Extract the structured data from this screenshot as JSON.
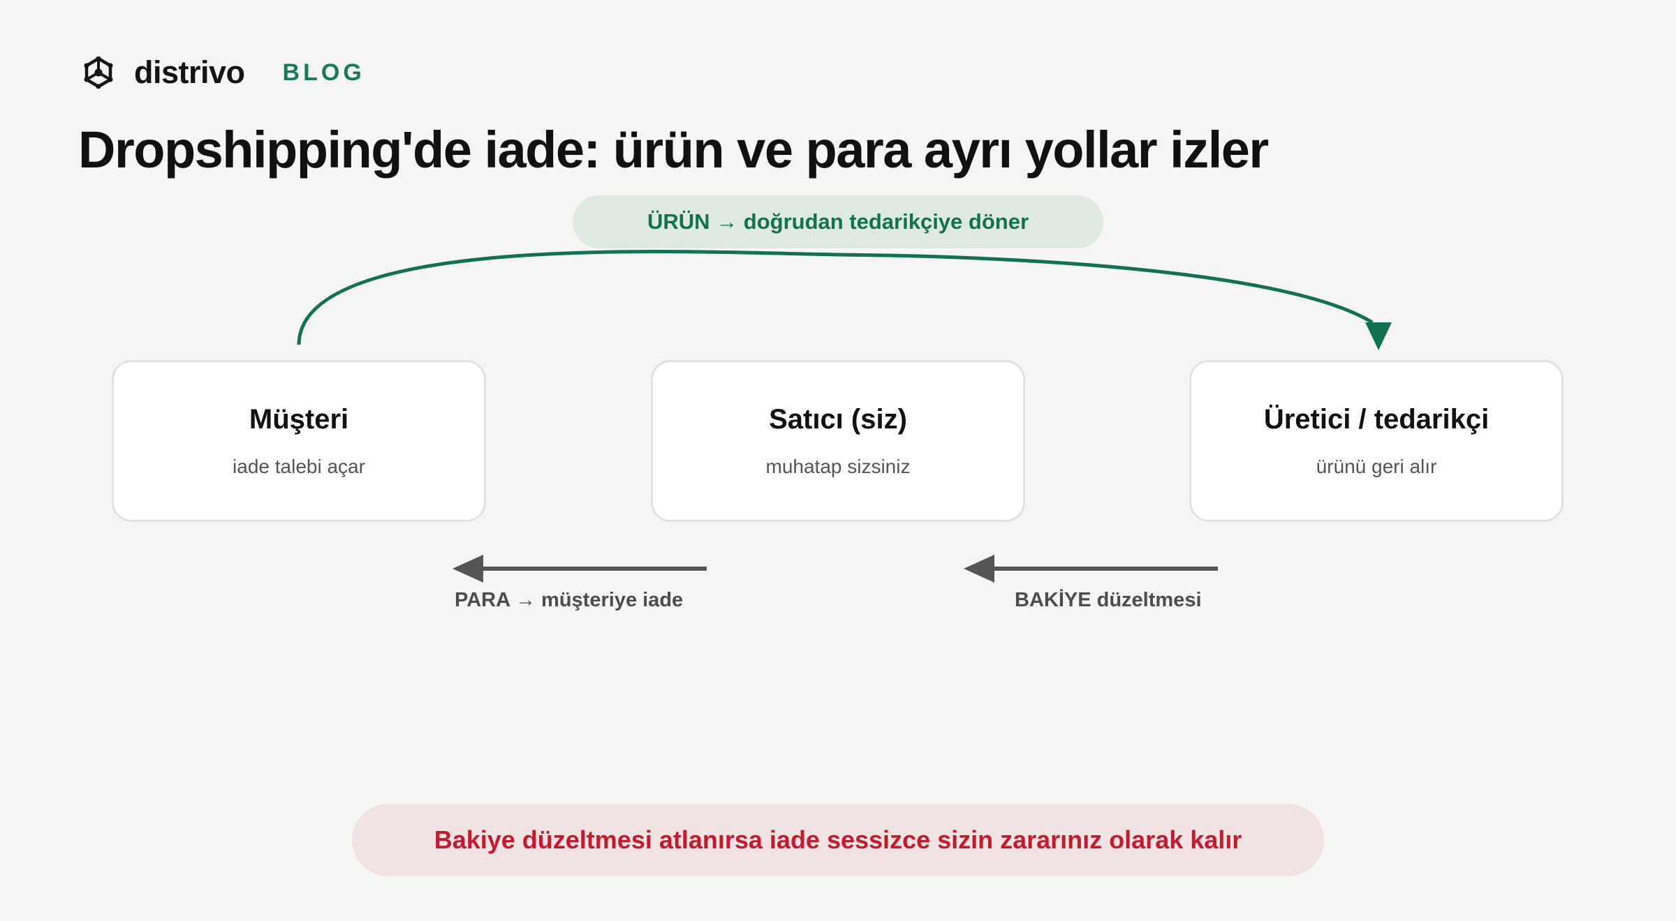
{
  "header": {
    "brand": "distrivo",
    "section": "BLOG",
    "logo_icon": "gear-network-icon"
  },
  "title": "Dropshipping'de iade: ürün ve para ayrı yollar izler",
  "product_flow": {
    "label": "ÜRÜN → doğrudan tedarikçiye döner",
    "from": "customer",
    "to": "supplier"
  },
  "nodes": [
    {
      "id": "customer",
      "title": "Müşteri",
      "subtitle": "iade talebi açar"
    },
    {
      "id": "seller",
      "title": "Satıcı (siz)",
      "subtitle": "muhatap sizsiniz"
    },
    {
      "id": "supplier",
      "title": "Üretici / tedarikçi",
      "subtitle": "ürünü geri alır"
    }
  ],
  "money_flows": [
    {
      "label": "PARA → müşteriye iade",
      "from": "seller",
      "to": "customer"
    },
    {
      "label": "BAKİYE düzeltmesi",
      "from": "supplier",
      "to": "seller"
    }
  ],
  "warning": "Bakiye düzeltmesi atlanırsa iade sessizce sizin zararınız olarak kalır",
  "colors": {
    "background": "#f5f5f3",
    "accent_green": "#12714f",
    "arrow_gray": "#555555",
    "warning_red": "#c61a2c",
    "product_pill_bg": "#dde9e1",
    "warning_pill_bg": "#f1e3e3"
  }
}
